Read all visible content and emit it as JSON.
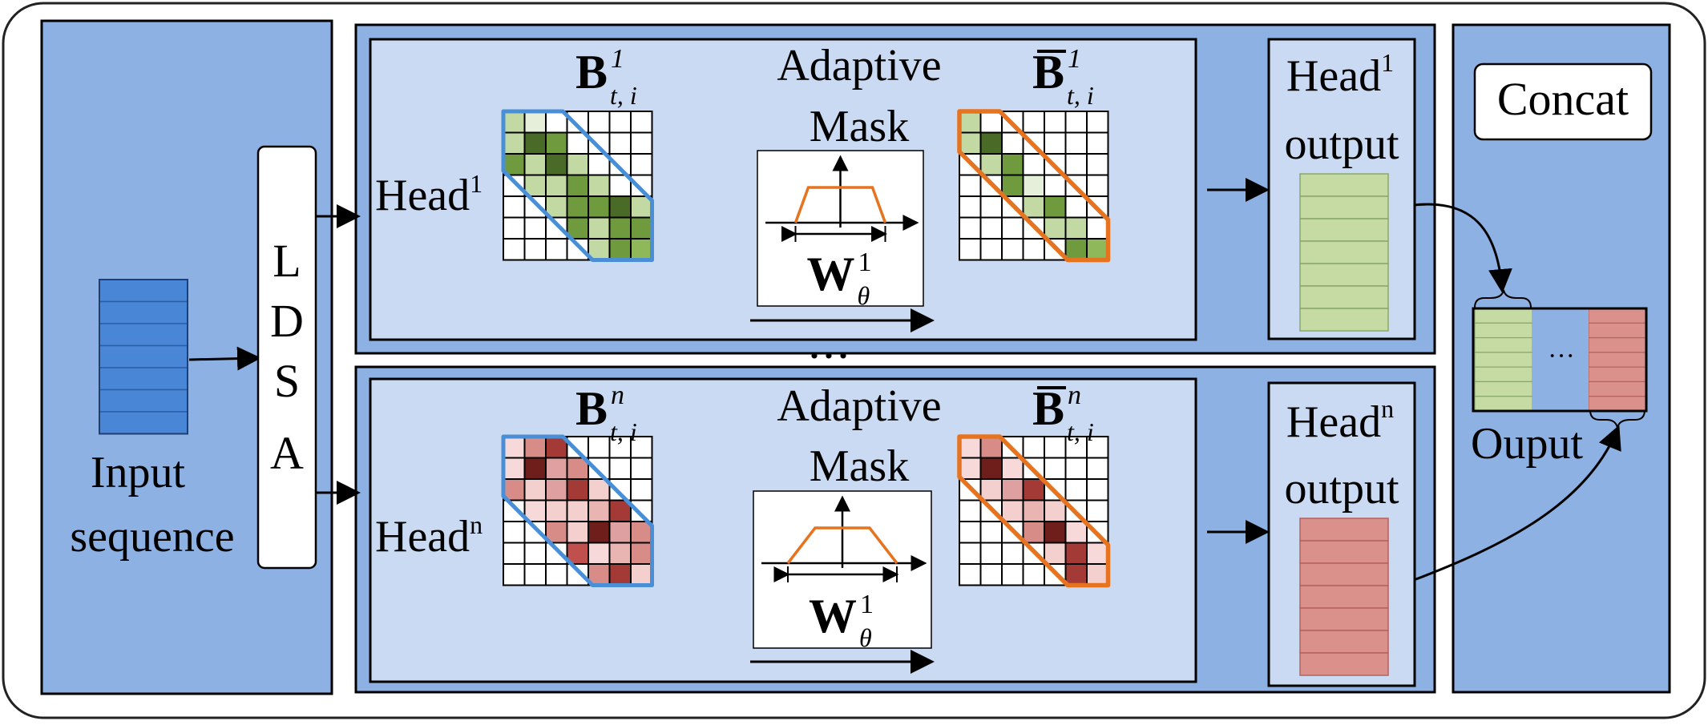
{
  "left_panel": {
    "input_label_line1": "Input",
    "input_label_line2": "sequence",
    "ldsa_letters": [
      "L",
      "D",
      "S",
      "A"
    ],
    "input_cell_count": 7,
    "input_color": "#4a86d6"
  },
  "heads": [
    {
      "head_label": "Head",
      "head_sup": "1",
      "b_symbol": "B",
      "b_sup": "1",
      "b_sub": "t, i",
      "bbar_sup": "1",
      "bbar_sub": "t, i",
      "adaptive_line1": "Adaptive",
      "adaptive_line2": "Mask",
      "w_symbol": "W",
      "w_sup": "1",
      "w_sub": "θ",
      "output_line1": "Head",
      "output_sup": "1",
      "output_line2": "output",
      "output_cell_count": 7,
      "output_color": "#c6dba3",
      "grid_b": [
        [
          "#c3d9a3",
          "#e6efd9",
          "",
          "",
          "",
          "",
          ""
        ],
        [
          "#c3d9a3",
          "#4a6a27",
          "#6f9a3e",
          "",
          "",
          "",
          ""
        ],
        [
          "#6f9a3e",
          "#c3d9a3",
          "#4a6a27",
          "#c3d9a3",
          "",
          "",
          ""
        ],
        [
          "",
          "#c3d9a3",
          "#c3d9a3",
          "#6f9a3e",
          "#c3d9a3",
          "",
          ""
        ],
        [
          "",
          "",
          "#c3d9a3",
          "#6f9a3e",
          "#6f9a3e",
          "#4a6a27",
          "#c3d9a3"
        ],
        [
          "",
          "",
          "",
          "#6f9a3e",
          "#c3d9a3",
          "#6f9a3e",
          "#6f9a3e"
        ],
        [
          "",
          "",
          "",
          "",
          "#c3d9a3",
          "#6f9a3e",
          "#8fb85a"
        ]
      ],
      "grid_bbar": [
        [
          "#c3d9a3",
          "",
          "",
          "",
          "",
          "",
          ""
        ],
        [
          "#c3d9a3",
          "#4a6a27",
          "",
          "",
          "",
          "",
          ""
        ],
        [
          "",
          "#c3d9a3",
          "#6f9a3e",
          "",
          "",
          "",
          ""
        ],
        [
          "",
          "",
          "#6f9a3e",
          "#e6efd9",
          "",
          "",
          ""
        ],
        [
          "",
          "",
          "",
          "#c3d9a3",
          "#6f9a3e",
          "",
          ""
        ],
        [
          "",
          "",
          "",
          "",
          "#c3d9a3",
          "#c3d9a3",
          ""
        ],
        [
          "",
          "",
          "",
          "",
          "",
          "#6f9a3e",
          "#8fb85a"
        ]
      ]
    },
    {
      "head_label": "Head",
      "head_sup": "n",
      "b_symbol": "B",
      "b_sup": "n",
      "b_sub": "t, i",
      "bbar_sup": "n",
      "bbar_sub": "t, i",
      "adaptive_line1": "Adaptive",
      "adaptive_line2": "Mask",
      "w_symbol": "W",
      "w_sup": "1",
      "w_sub": "θ",
      "output_line1": "Head",
      "output_sup": "n",
      "output_line2": "output",
      "output_cell_count": 7,
      "output_color": "#da918c",
      "grid_b": [
        [
          "#f6d9d8",
          "#d88c88",
          "#a33a35",
          "",
          "",
          "",
          ""
        ],
        [
          "#f6d9d8",
          "#6e1f1c",
          "#dea0a0",
          "#d88c88",
          "",
          "",
          ""
        ],
        [
          "#d88c88",
          "#f3cfcd",
          "#dea0a0",
          "#a33a35",
          "#f3cfcd",
          "",
          ""
        ],
        [
          "",
          "#f6d9d8",
          "#f3cfcd",
          "#f3cfcd",
          "#e9b5b2",
          "#a33a35",
          ""
        ],
        [
          "",
          "",
          "#d88c88",
          "#f3cfcd",
          "#6e1f1c",
          "#dea0a0",
          "#d88c88"
        ],
        [
          "",
          "",
          "",
          "#c0504d",
          "#f6d9d8",
          "#e9b5b2",
          "#d88c88"
        ],
        [
          "",
          "",
          "",
          "",
          "#d88c88",
          "#a33a35",
          "#f3cfcd"
        ]
      ],
      "grid_bbar": [
        [
          "#f6d9d8",
          "#d88c88",
          "",
          "",
          "",
          "",
          ""
        ],
        [
          "#f6d9d8",
          "#6e1f1c",
          "#f6d9d8",
          "",
          "",
          "",
          ""
        ],
        [
          "",
          "#f3cfcd",
          "#dea0a0",
          "#a33a35",
          "",
          "",
          ""
        ],
        [
          "",
          "",
          "#f3cfcd",
          "#e9b5b2",
          "#f3cfcd",
          "",
          ""
        ],
        [
          "",
          "",
          "",
          "#d88c88",
          "#6e1f1c",
          "#f6d9d8",
          ""
        ],
        [
          "",
          "",
          "",
          "",
          "#f3cfcd",
          "#a33a35",
          "#f6d9d8"
        ],
        [
          "",
          "",
          "",
          "",
          "",
          "#a33a35",
          "#f3cfcd"
        ]
      ]
    }
  ],
  "ellipsis_between_heads": "• • •",
  "right_panel": {
    "concat_label": "Concat",
    "output_label": "Ouput",
    "middle_ellipsis": "···",
    "left_color": "#c6dba3",
    "right_color": "#da918c",
    "cell_count": 7
  },
  "colors": {
    "panel_blue": "#8eb1e3",
    "inner_light": "#c9daf2",
    "band_outline": "#4a8fd6",
    "mask_outline": "#e6731f",
    "mask_curve": "#e6731f"
  }
}
